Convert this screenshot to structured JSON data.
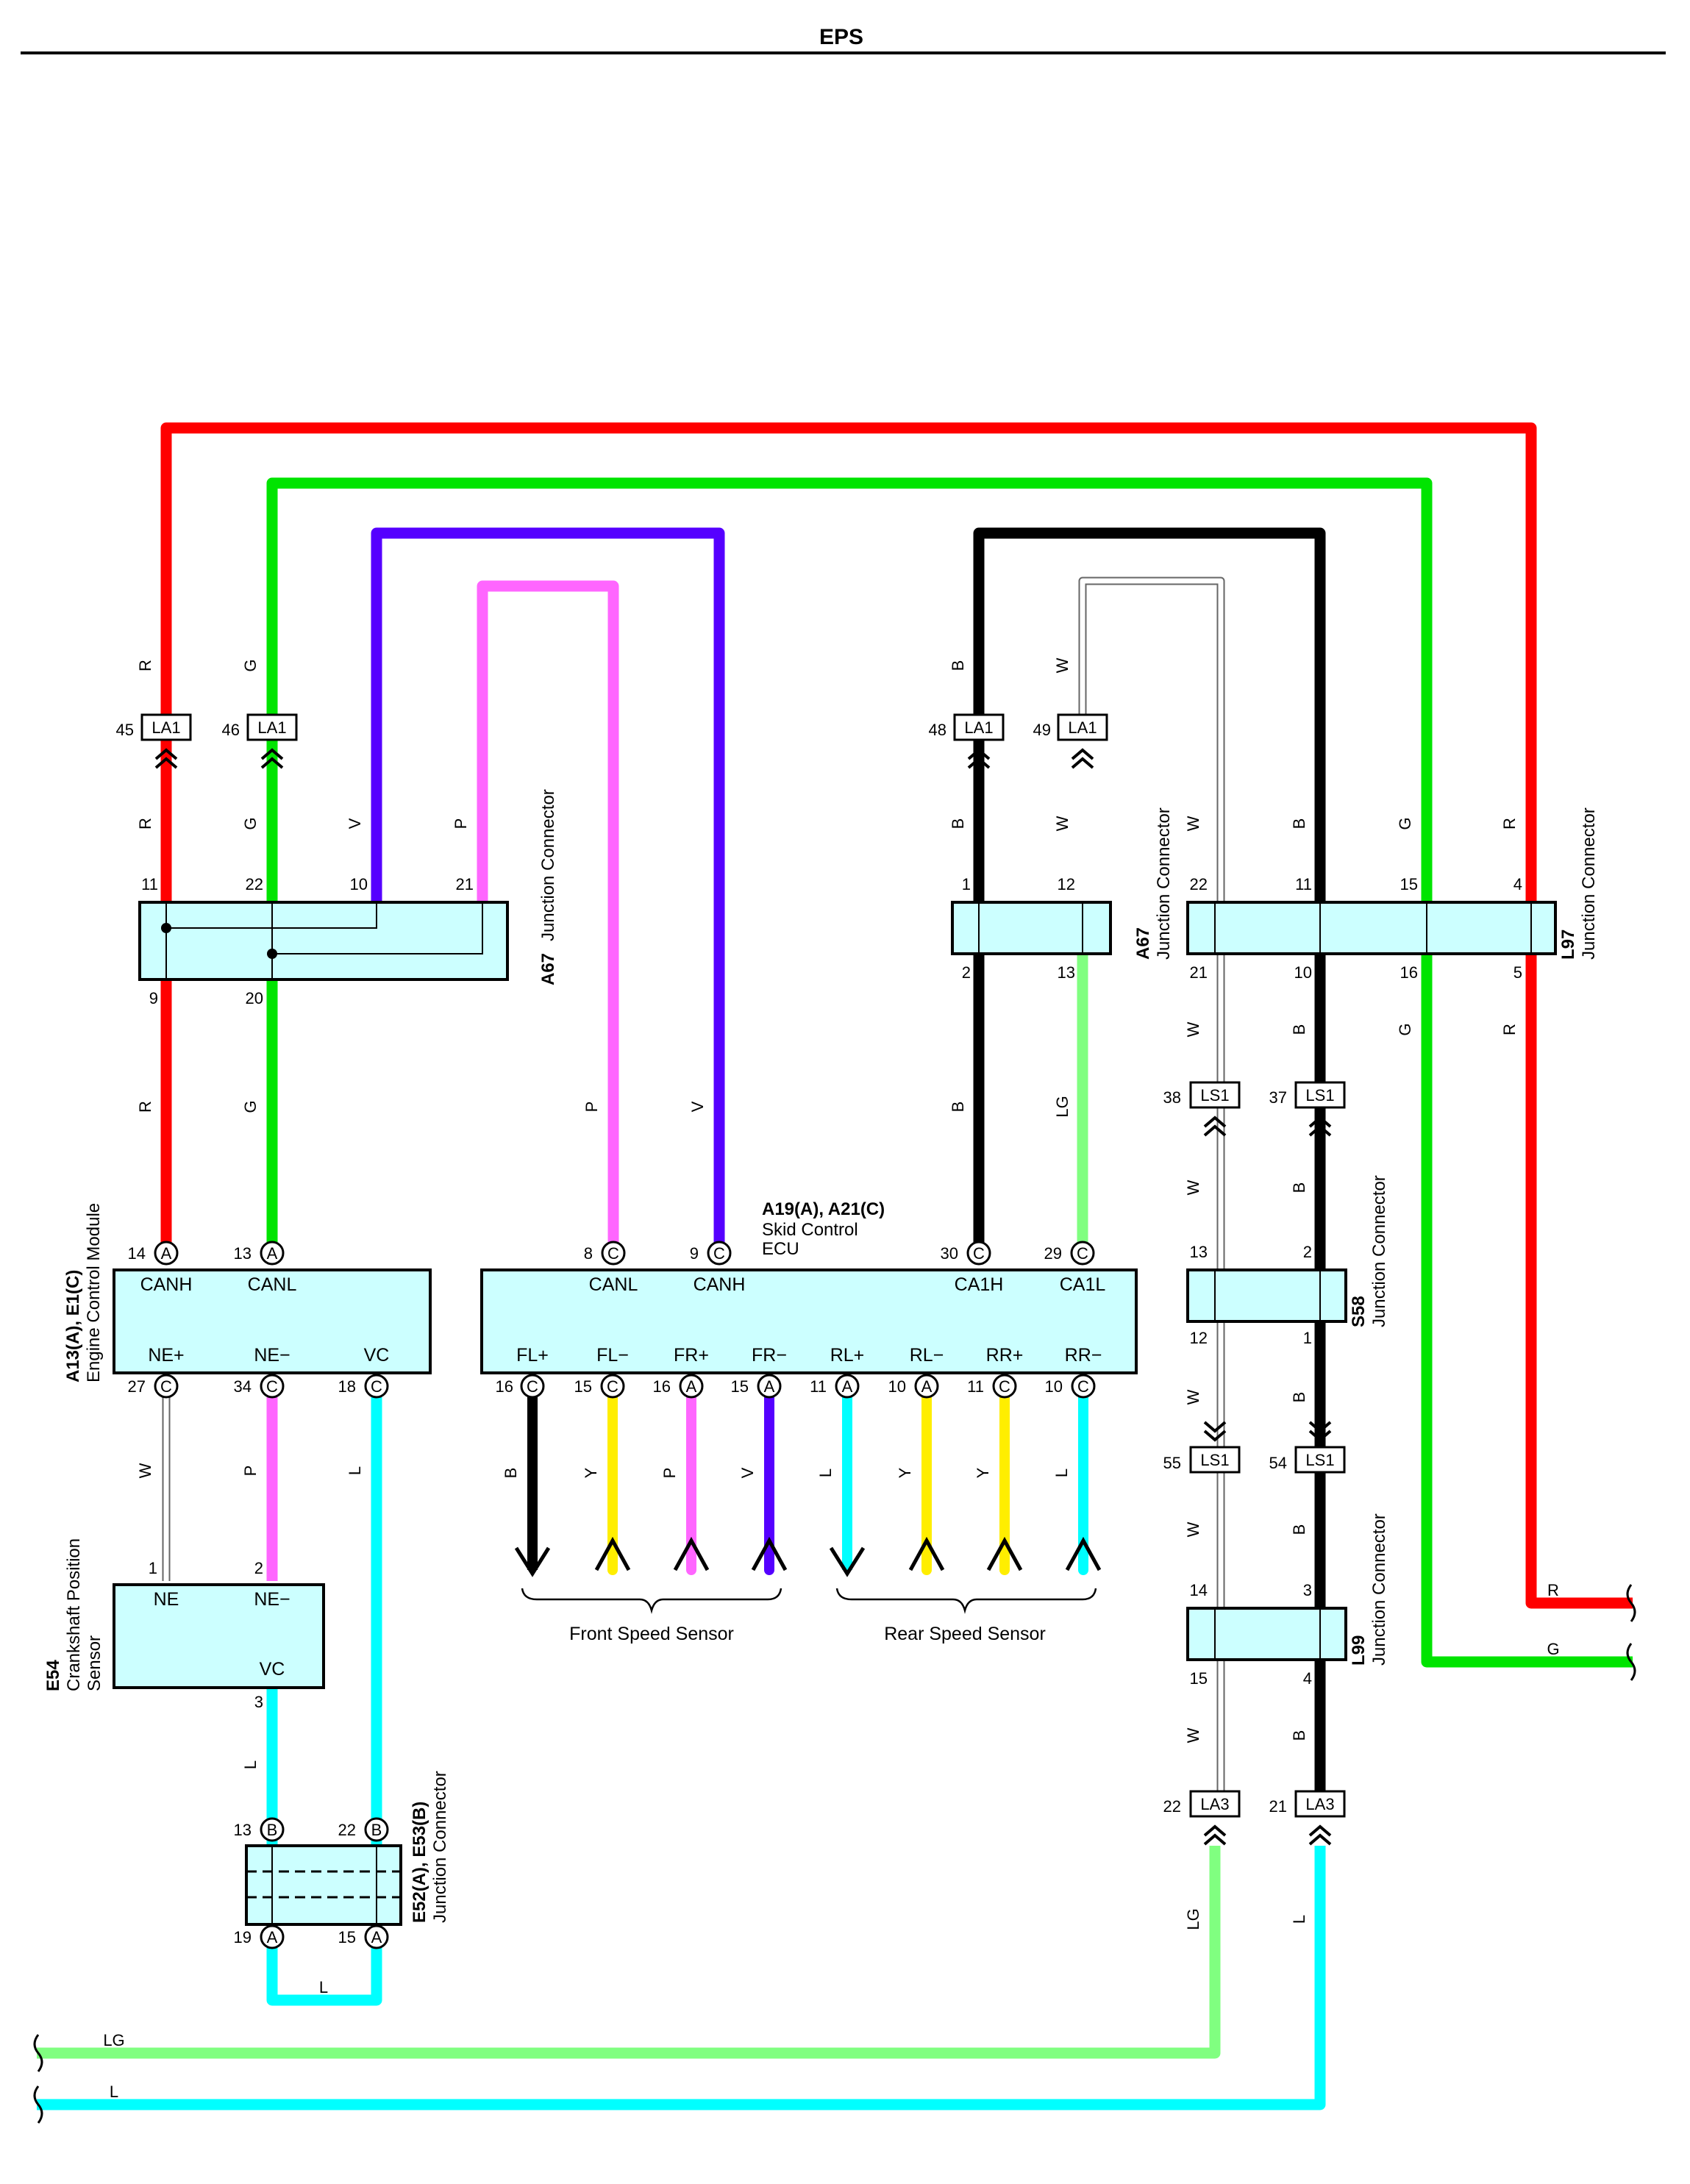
{
  "page": {
    "title": "EPS"
  },
  "wire_colors": {
    "R": "#ff0000",
    "G": "#00e400",
    "V": "#5500ff",
    "P": "#ff66ff",
    "B": "#000000",
    "W": "#ffffff",
    "LG": "#80ff80",
    "L": "#00ffff",
    "Y": "#ffee00"
  },
  "connector_labels": {
    "LA1": "LA1",
    "LS1": "LS1",
    "LA3": "LA3"
  },
  "pin_letters": {
    "A": "A",
    "B": "B",
    "C": "C"
  },
  "components": {
    "ecm": {
      "code": "A13(A), E1(C)",
      "name": "Engine Control Module",
      "pins": {
        "canh": "CANH",
        "canl": "CANL",
        "nep": "NE+",
        "nem": "NE−",
        "vc": "VC"
      }
    },
    "skid": {
      "code": "A19(A), A21(C)",
      "name_line1": "Skid Control",
      "name_line2": "ECU",
      "pins": {
        "canl": "CANL",
        "canh": "CANH",
        "ca1h": "CA1H",
        "ca1l": "CA1L",
        "flp": "FL+",
        "flm": "FL−",
        "frp": "FR+",
        "frm": "FR−",
        "rlp": "RL+",
        "rlm": "RL−",
        "rrp": "RR+",
        "rrm": "RR−"
      }
    },
    "a67": {
      "code": "A67",
      "name": "Junction Connector"
    },
    "l97": {
      "code": "L97",
      "name": "Junction Connector"
    },
    "s58": {
      "code": "S58",
      "name": "Junction Connector"
    },
    "l99": {
      "code": "L99",
      "name": "Junction Connector"
    },
    "e54": {
      "code": "E54",
      "name_line1": "Crankshaft Position",
      "name_line2": "Sensor",
      "pins": {
        "ne": "NE",
        "nem": "NE−",
        "vc": "VC"
      }
    },
    "e52": {
      "code": "E52(A), E53(B)",
      "name": "Junction Connector"
    }
  },
  "sensors": {
    "front": "Front Speed Sensor",
    "rear": "Rear Speed Sensor"
  },
  "pin_numbers": {
    "la1_45": "45",
    "la1_46": "46",
    "la1_48": "48",
    "la1_49": "49",
    "a67l_11": "11",
    "a67l_22": "22",
    "a67l_10": "10",
    "a67l_21": "21",
    "a67l_9": "9",
    "a67l_20": "20",
    "a67r_1": "1",
    "a67r_12": "12",
    "a67r_2": "2",
    "a67r_13": "13",
    "l97_22": "22",
    "l97_11": "11",
    "l97_15": "15",
    "l97_4": "4",
    "l97_21": "21",
    "l97_10": "10",
    "l97_16": "16",
    "l97_5": "5",
    "ls1_38": "38",
    "ls1_37": "37",
    "ls1_55": "55",
    "ls1_54": "54",
    "s58_13": "13",
    "s58_2": "2",
    "s58_12": "12",
    "s58_1": "1",
    "l99_14": "14",
    "l99_3": "3",
    "l99_15": "15",
    "l99_4": "4",
    "la3_22": "22",
    "la3_21": "21",
    "ecm_14": "14",
    "ecm_13": "13",
    "ecm_27": "27",
    "ecm_34": "34",
    "ecm_18": "18",
    "skid_8": "8",
    "skid_9": "9",
    "skid_30": "30",
    "skid_29": "29",
    "skid_16a": "16",
    "skid_15a": "15",
    "skid_16b": "16",
    "skid_15b": "15",
    "skid_11a": "11",
    "skid_10a": "10",
    "skid_11b": "11",
    "skid_10b": "10",
    "e54_1": "1",
    "e54_2": "2",
    "e54_3": "3",
    "e52_13": "13",
    "e52_22": "22",
    "e52_19": "19",
    "e52_15": "15"
  }
}
